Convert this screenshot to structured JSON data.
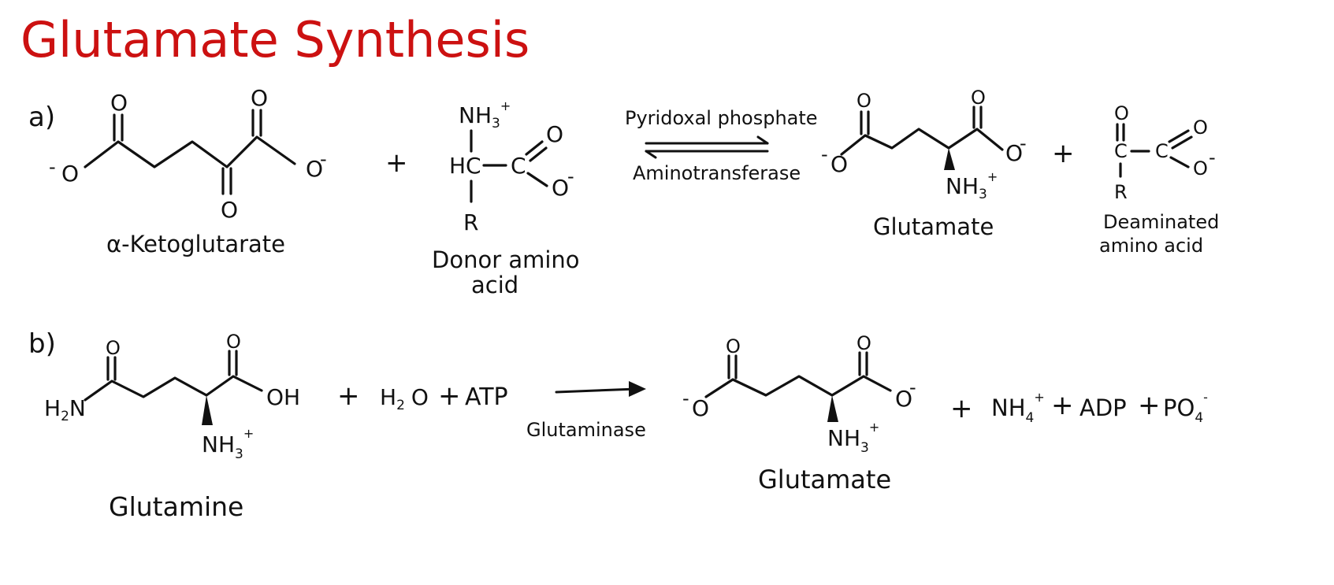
{
  "title": "Glutamate Synthesis",
  "part_a": {
    "step_label": "a)",
    "alpha_ketoglutarate": {
      "name": "α-Ketoglutarate",
      "atom_O": "O",
      "charge_minus": "-"
    },
    "plus": "+",
    "donor": {
      "name_line1": "Donor amino",
      "name_line2": "acid",
      "nh3": "NH",
      "nh3_sub": "3",
      "nh3_sup": "+",
      "hc": "HC",
      "c": "C",
      "o": "O",
      "r": "R",
      "charge_minus": "-"
    },
    "reaction_top": "Pyridoxal phosphate",
    "reaction_bottom": "Aminotransferase",
    "glutamate": {
      "name": "Glutamate",
      "o": "O",
      "nh": "NH",
      "sub": "3",
      "sup": "+",
      "charge_minus": "-"
    },
    "plus2": "+",
    "deaminated": {
      "name_line1": "Deaminated",
      "name_line2": "amino acid",
      "o": "O",
      "c": "C",
      "r": "R",
      "charge_minus": "-"
    }
  },
  "part_b": {
    "step_label": "b)",
    "glutamine": {
      "name": "Glutamine",
      "h2n_h": "H",
      "h2n_sub": "2",
      "h2n_n": "N",
      "o": "O",
      "oh": "OH",
      "nh": "NH",
      "sub": "3",
      "sup": "+"
    },
    "reactants_extra": {
      "plus": "+",
      "h2o_h": "H",
      "h2o_sub": "2",
      "h2o_o": "O",
      "atp": "ATP"
    },
    "enzyme": "Glutaminase",
    "glutamate": {
      "name": "Glutamate",
      "o": "O",
      "nh": "NH",
      "sub": "3",
      "sup": "+",
      "charge_minus": "-"
    },
    "products_extra": {
      "plus": "+",
      "nh4": "NH",
      "nh4_sub": "4",
      "nh4_sup": "+",
      "adp": "ADP",
      "po4": "PO",
      "po4_sub": "4",
      "po4_sup": "-"
    }
  }
}
